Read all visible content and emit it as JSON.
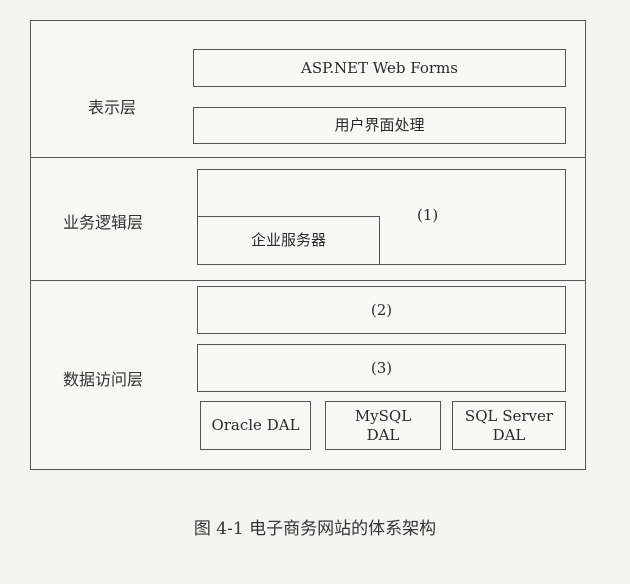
{
  "layers": {
    "presentation": {
      "label": "表示层",
      "boxes": [
        "ASP.NET Web Forms",
        "用户界面处理"
      ]
    },
    "business": {
      "label": "业务逻辑层",
      "outer_label": "(1)",
      "inner_label": "企业服务器"
    },
    "data_access": {
      "label": "数据访问层",
      "boxes": [
        "(2)",
        "(3)"
      ],
      "dal": [
        "Oracle DAL",
        "MySQL DAL",
        "SQL Server DAL"
      ]
    }
  },
  "caption": "图 4-1    电子商务网站的体系架构"
}
